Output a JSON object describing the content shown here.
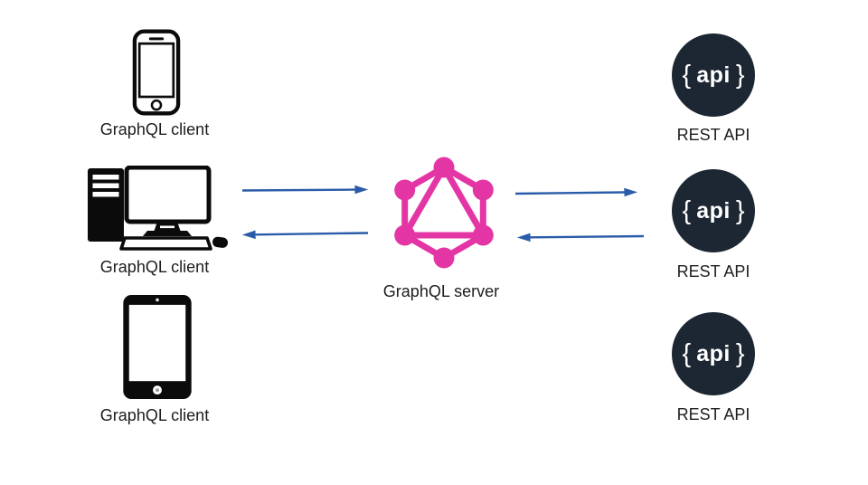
{
  "colors": {
    "graphql-pink": "#E336A4",
    "api-circle-bg": "#1C2733",
    "api-badge-text": "#FFFFFF",
    "arrow-blue": "#2B5CA9",
    "device-ink": "#0B0B0B",
    "label-text": "#1D1D1F",
    "background": "#FFFFFF"
  },
  "clients": [
    {
      "device": "smartphone",
      "label": "GraphQL client"
    },
    {
      "device": "desktop-computer",
      "label": "GraphQL client"
    },
    {
      "device": "tablet",
      "label": "GraphQL client"
    }
  ],
  "server": {
    "label": "GraphQL server"
  },
  "rest_apis": [
    {
      "badge_open": "{",
      "badge_word": "api",
      "badge_close": "}",
      "label": "REST API"
    },
    {
      "badge_open": "{",
      "badge_word": "api",
      "badge_close": "}",
      "label": "REST API"
    },
    {
      "badge_open": "{",
      "badge_word": "api",
      "badge_close": "}",
      "label": "REST API"
    }
  ],
  "connections": [
    {
      "from": "GraphQL client",
      "to": "GraphQL server",
      "kind": "request"
    },
    {
      "from": "GraphQL server",
      "to": "GraphQL client",
      "kind": "response"
    },
    {
      "from": "GraphQL server",
      "to": "REST API",
      "kind": "request"
    },
    {
      "from": "REST API",
      "to": "GraphQL server",
      "kind": "response"
    }
  ]
}
